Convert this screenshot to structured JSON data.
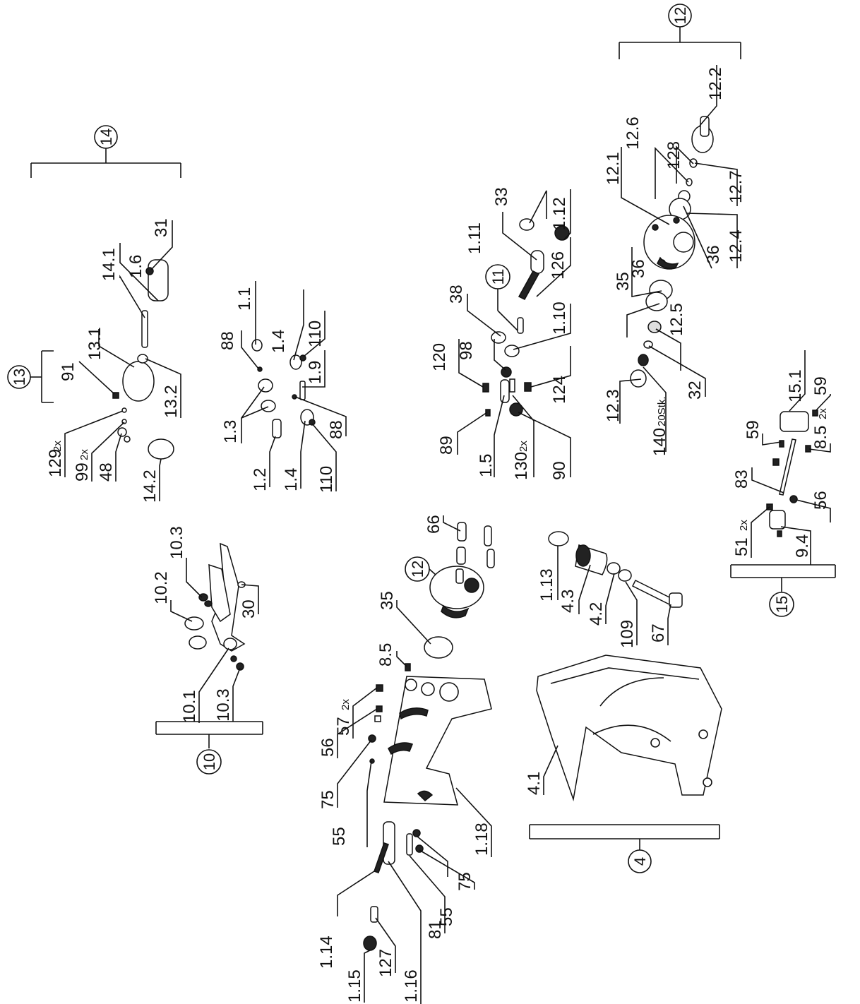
{
  "assemblies": [
    "12",
    "14",
    "13",
    "11",
    "10",
    "12",
    "4",
    "15"
  ],
  "labels": [
    "12.2",
    "12.6",
    "128",
    "12.1",
    "12.7",
    "36",
    "12.4",
    "36",
    "35",
    "12.5",
    "32",
    "12.3",
    "140",
    "20Stk.",
    "33",
    "1.11",
    "1.12",
    "126",
    "1.10",
    "38",
    "120",
    "98",
    "124",
    "89",
    "1.5",
    "130",
    "2x",
    "90",
    "31",
    "1.6",
    "14.1",
    "13.1",
    "13.2",
    "91",
    "129",
    "2x",
    "99",
    "2x",
    "48",
    "14.2",
    "1.1",
    "88",
    "1.4",
    "110",
    "1.9",
    "1.3",
    "1.2",
    "1.4",
    "110",
    "88",
    "15.1",
    "59",
    "8.5",
    "2x",
    "59",
    "83",
    "56",
    "51",
    "2x",
    "9.4",
    "66",
    "12",
    "35",
    "8.5",
    "57",
    "2x",
    "56",
    "75",
    "55",
    "1.18",
    "1.13",
    "4.3",
    "4.2",
    "109",
    "67",
    "4.1",
    "10.2",
    "10.3",
    "30",
    "10.1",
    "10.3",
    "1.14",
    "1.15",
    "127",
    "1.16",
    "81",
    "55",
    "75"
  ]
}
